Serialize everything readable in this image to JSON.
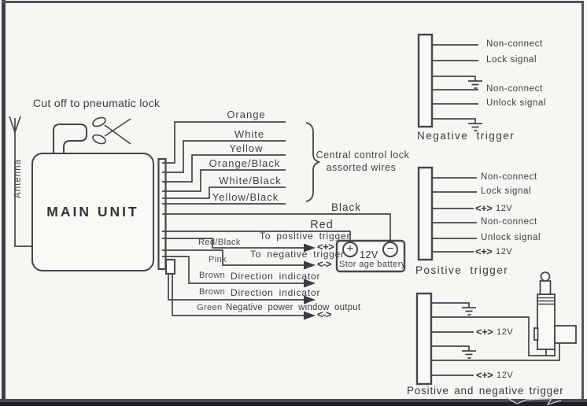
{
  "top": {
    "cut_label": "Cut off to pneumatic lock",
    "antenna_label": "Antenna"
  },
  "main_unit": {
    "label": "MAIN UNIT"
  },
  "lock_wires": {
    "labels": [
      "Orange",
      "White",
      "Yellow",
      "Orange/Black",
      "White/Black",
      "Yellow/Black"
    ],
    "note1": "Central control lock",
    "note2": "assorted wires"
  },
  "battery": {
    "black": "Black",
    "red": "Red",
    "plus": "+",
    "minus": "−",
    "volts": "12V",
    "name": "Stor age battery"
  },
  "triggers": {
    "rows": [
      {
        "color": "Red/Black",
        "desc": "To positive trigger",
        "suffix": "<+>"
      },
      {
        "color": "Pink",
        "desc": "To negative trigger",
        "suffix": "<->"
      },
      {
        "color": "Brown",
        "desc": "Direction indicator",
        "suffix": ""
      },
      {
        "color": "Brown",
        "desc": "Direction indicator",
        "suffix": ""
      },
      {
        "color": "Green",
        "desc": "Negative power window output",
        "suffix": "<->"
      }
    ]
  },
  "groups": {
    "negative": {
      "title": "Negative trigger",
      "pin1": "Non-connect",
      "pin2": "Lock signal",
      "pin4": "Non-connect",
      "pin5": "Unlock signal"
    },
    "positive": {
      "title": "Positive trigger",
      "pin1": "Non-connect",
      "pin2": "Lock signal",
      "glyph": "<+>",
      "v12": "12V",
      "pin4": "Non-connect",
      "pin5": "Unlock signal"
    },
    "posneg": {
      "title": "Positive and negative trigger",
      "glyph": "<+>",
      "v12": "12V"
    }
  }
}
